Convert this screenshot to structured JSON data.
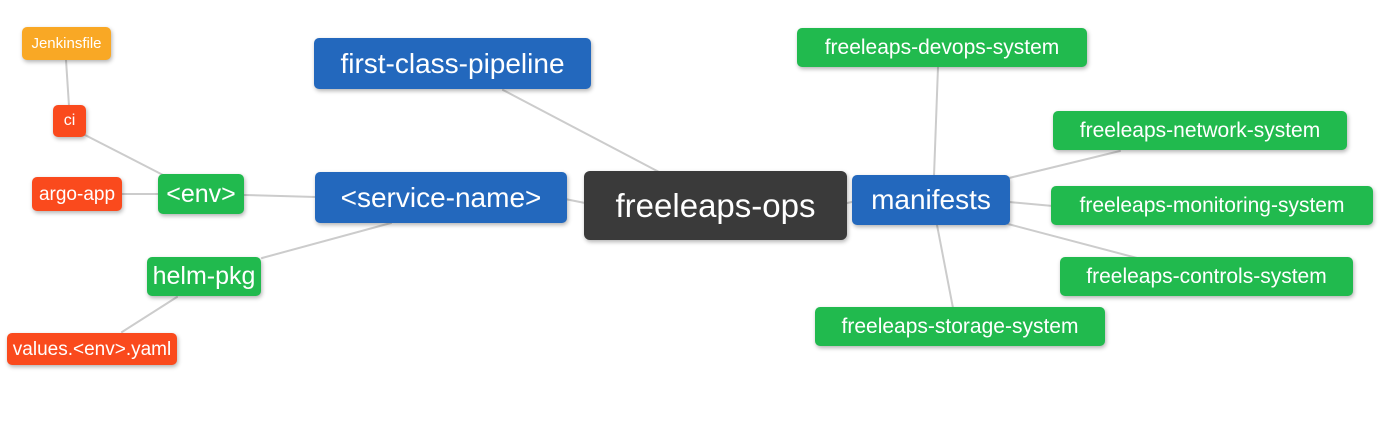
{
  "diagram": {
    "type": "mindmap",
    "background_color": "#ffffff",
    "connector_color": "#cccccc",
    "palette": {
      "blue": "#2368bd",
      "green": "#21ba4e",
      "red": "#fa4a1d",
      "orange": "#f9a825",
      "dark": "#3a3a3a",
      "text": "#ffffff"
    },
    "nodes": {
      "root": {
        "label": "freeleaps-ops",
        "color": "dark"
      },
      "first_class_pipeline": {
        "label": "first-class-pipeline",
        "color": "blue"
      },
      "service_name": {
        "label": "<service-name>",
        "color": "blue"
      },
      "manifests": {
        "label": "manifests",
        "color": "blue"
      },
      "env": {
        "label": "<env>",
        "color": "green"
      },
      "helm_pkg": {
        "label": "helm-pkg",
        "color": "green"
      },
      "ci": {
        "label": "ci",
        "color": "red"
      },
      "argo_app": {
        "label": "argo-app",
        "color": "red"
      },
      "jenkinsfile": {
        "label": "Jenkinsfile",
        "color": "orange"
      },
      "values_env_yaml": {
        "label": "values.<env>.yaml",
        "color": "red"
      },
      "devops_system": {
        "label": "freeleaps-devops-system",
        "color": "green"
      },
      "network_system": {
        "label": "freeleaps-network-system",
        "color": "green"
      },
      "monitoring_system": {
        "label": "freeleaps-monitoring-system",
        "color": "green"
      },
      "controls_system": {
        "label": "freeleaps-controls-system",
        "color": "green"
      },
      "storage_system": {
        "label": "freeleaps-storage-system",
        "color": "green"
      }
    },
    "edges": [
      {
        "from": "jenkinsfile",
        "to": "ci"
      },
      {
        "from": "ci",
        "to": "env"
      },
      {
        "from": "argo_app",
        "to": "env"
      },
      {
        "from": "env",
        "to": "service_name"
      },
      {
        "from": "helm_pkg",
        "to": "service_name"
      },
      {
        "from": "values_env_yaml",
        "to": "helm_pkg"
      },
      {
        "from": "first_class_pipeline",
        "to": "root"
      },
      {
        "from": "service_name",
        "to": "root"
      },
      {
        "from": "root",
        "to": "manifests"
      },
      {
        "from": "devops_system",
        "to": "manifests"
      },
      {
        "from": "manifests",
        "to": "network_system"
      },
      {
        "from": "manifests",
        "to": "monitoring_system"
      },
      {
        "from": "manifests",
        "to": "controls_system"
      },
      {
        "from": "manifests",
        "to": "storage_system"
      }
    ]
  }
}
